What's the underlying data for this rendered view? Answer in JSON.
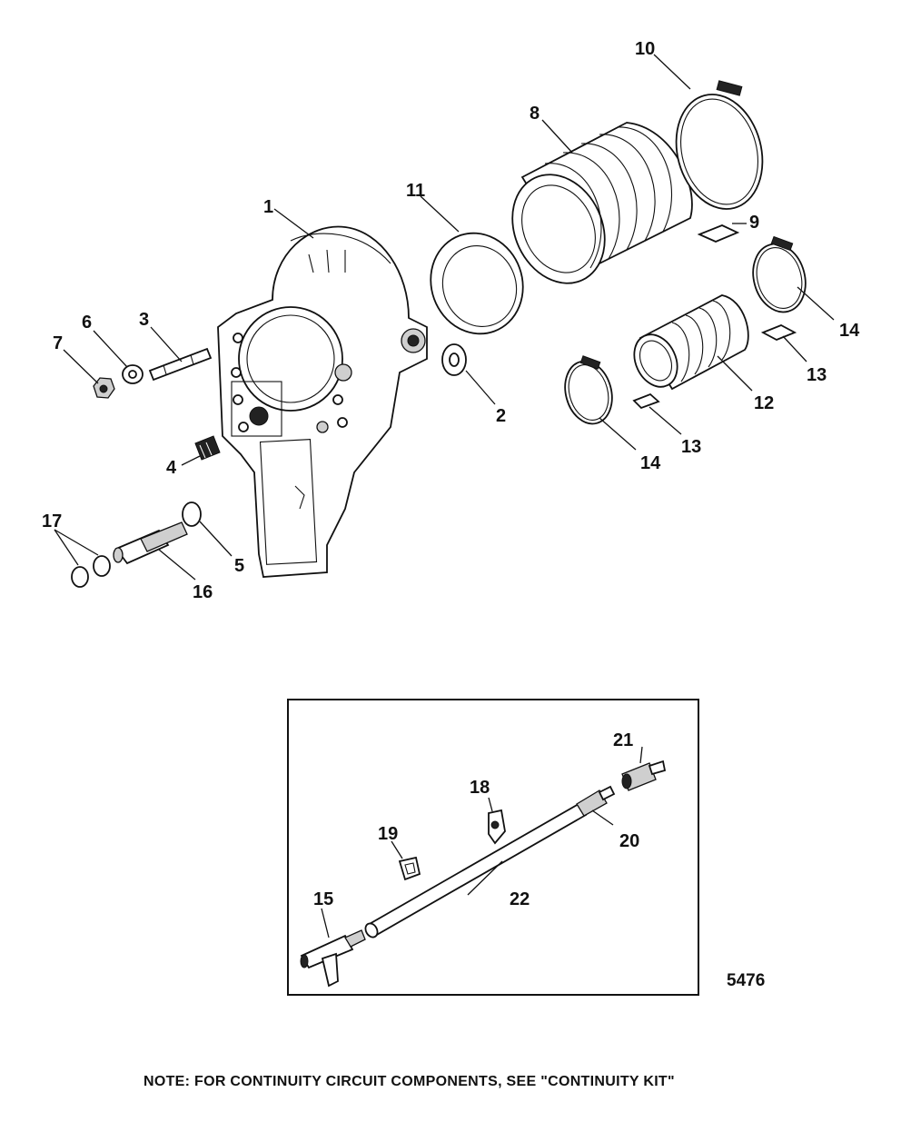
{
  "callouts": {
    "c1": "1",
    "c2": "2",
    "c3": "3",
    "c4": "4",
    "c5": "5",
    "c6": "6",
    "c7": "7",
    "c8": "8",
    "c9": "9",
    "c10": "10",
    "c11": "11",
    "c12": "12",
    "c13a": "13",
    "c13b": "13",
    "c14a": "14",
    "c14b": "14",
    "c15": "15",
    "c16": "16",
    "c17": "17",
    "c18": "18",
    "c19": "19",
    "c20": "20",
    "c21": "21",
    "c22": "22"
  },
  "figure_number": "5476",
  "note": "NOTE:  FOR CONTINUITY CIRCUIT COMPONENTS, SEE \"CONTINUITY KIT\""
}
